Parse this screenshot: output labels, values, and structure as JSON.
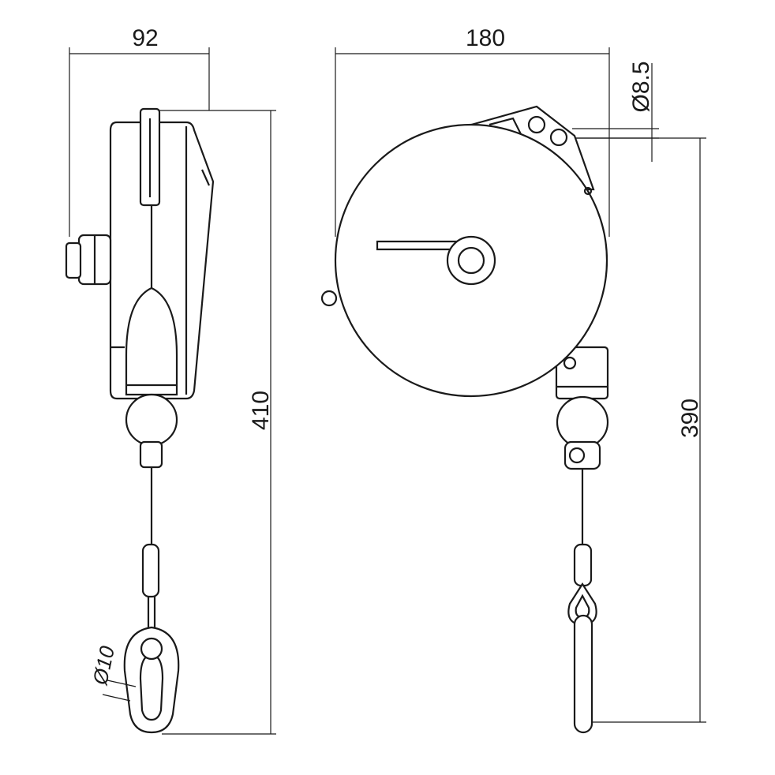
{
  "dimensions": {
    "side_width": "92",
    "front_width": "180",
    "cable_diameter": "Ø8.5",
    "total_height": "410",
    "hook_height": "390",
    "carabiner_diameter": "Ø10"
  }
}
